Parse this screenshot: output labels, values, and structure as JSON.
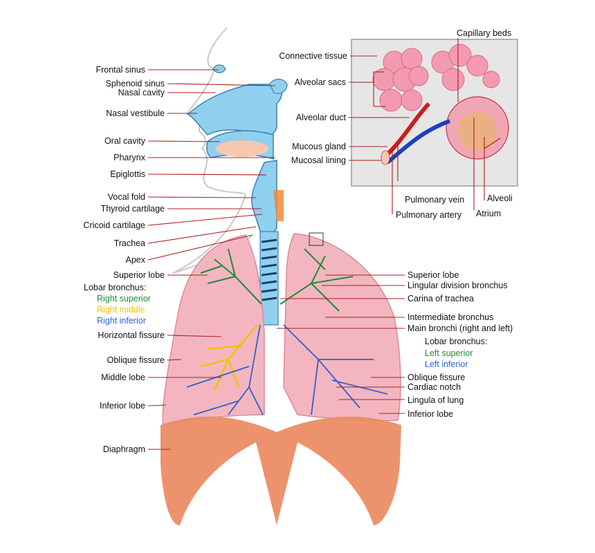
{
  "labels": {
    "frontal_sinus": "Frontal sinus",
    "sphenoid_sinus": "Sphenoid sinus",
    "nasal_cavity": "Nasal cavity",
    "nasal_vestibule": "Nasal vestibule",
    "oral_cavity": "Oral cavity",
    "pharynx": "Pharynx",
    "epiglottis": "Epiglottis",
    "vocal_fold": "Vocal fold",
    "thyroid_cartilage": "Thyroid cartilage",
    "cricoid_cartilage": "Cricoid cartilage",
    "trachea": "Trachea",
    "apex": "Apex",
    "superior_lobe_right": "Superior lobe",
    "lobar_bronchus_right": "Lobar bronchus:",
    "right_superior": "Right superior",
    "right_middle": "Right middle",
    "right_inferior": "Right inferior",
    "horizontal_fissure": "Horizontal fissure",
    "oblique_fissure_right": "Oblique fissure",
    "middle_lobe": "Middle lobe",
    "inferior_lobe_right": "Inferior lobe",
    "diaphragm": "Diaphragm",
    "connective_tissue": "Connective tissue",
    "alveolar_sacs": "Alveolar sacs",
    "alveolar_duct": "Alveolar duct",
    "mucous_gland": "Mucous gland",
    "mucosal_lining": "Mucosal lining",
    "capillary_beds": "Capillary beds",
    "pulmonary_vein": "Pulmonary vein",
    "pulmonary_artery": "Pulmonary artery",
    "alveoli": "Alveoli",
    "atrium": "Atrium",
    "superior_lobe_left": "Superior lobe",
    "lingular_division_bronchus": "Lingular division bronchus",
    "carina_of_trachea": "Carina of trachea",
    "intermediate_bronchus": "Intermediate bronchus",
    "main_bronchi": "Main bronchi (right and left)",
    "lobar_bronchus_left": "Lobar bronchus:",
    "left_superior": "Left superior",
    "left_inferior": "Left inferior",
    "oblique_fissure_left": "Oblique fissure",
    "cardiac_notch": "Cardiac notch",
    "lingula_of_lung": "Lingula of lung",
    "inferior_lobe_left": "Inferior lobe"
  },
  "colors": {
    "leader_line": "#b01c1c",
    "airway_blue": "#8fd0ef",
    "lung_pink": "#f3b6c0",
    "diaphragm_orange": "#ea8a62",
    "bronchus_superior": "#1f8a3c",
    "bronchus_middle": "#f2c200",
    "bronchus_inferior": "#2f5fd0",
    "alveoli_pink": "#f49ab0",
    "inset_bg": "#e6e6e6"
  }
}
